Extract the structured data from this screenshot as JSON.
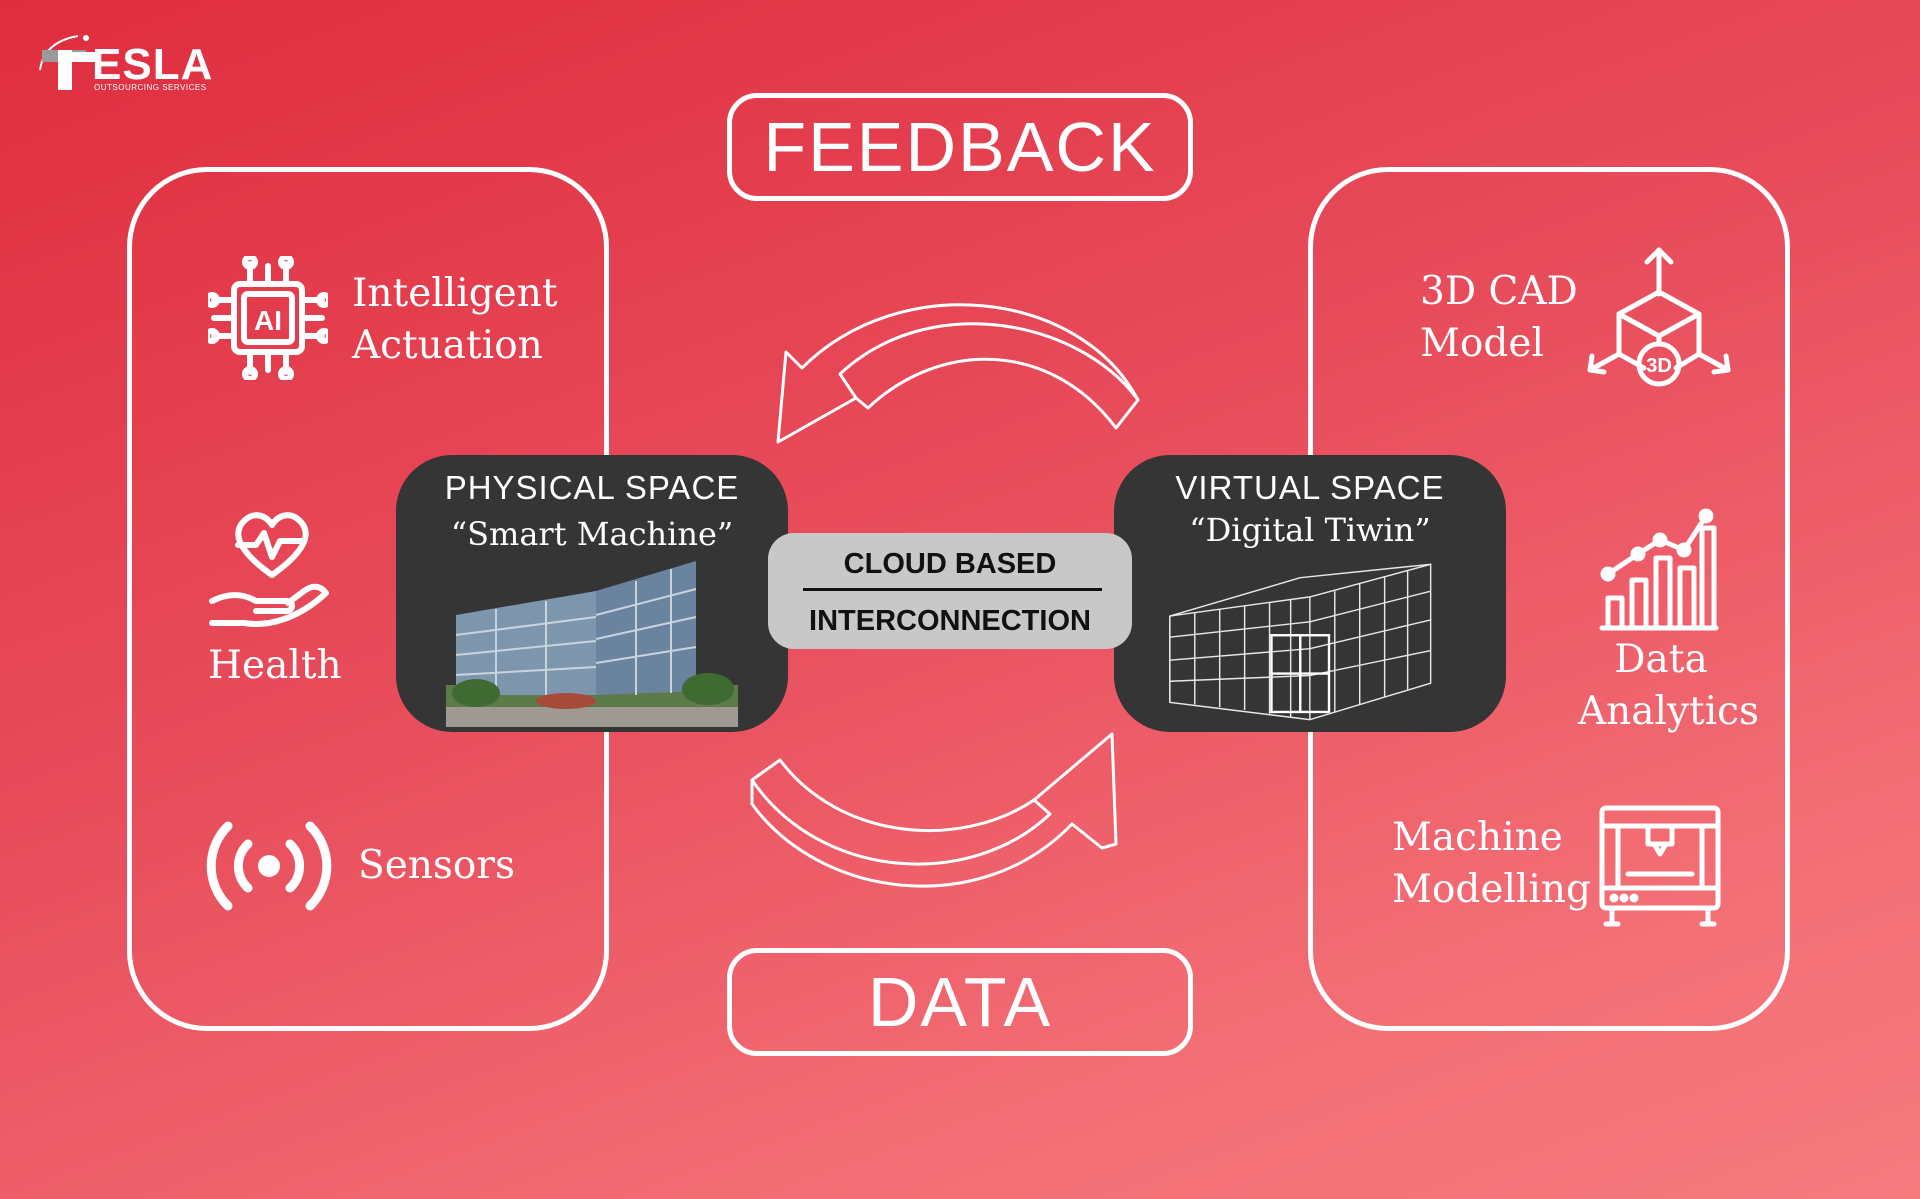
{
  "logo": {
    "brand": "ESLA",
    "tagline": "OUTSOURCING SERVICES"
  },
  "feedback_label": "FEEDBACK",
  "data_label": "DATA",
  "left_panel": {
    "items": [
      {
        "label_line1": "Intelligent",
        "label_line2": "Actuation",
        "icon": "ai-chip-icon"
      },
      {
        "label": "Health",
        "icon": "heart-hand-icon"
      },
      {
        "label": "Sensors",
        "icon": "sensor-broadcast-icon"
      }
    ]
  },
  "right_panel": {
    "items": [
      {
        "label_line1": "3D CAD",
        "label_line2": "Model",
        "icon": "3d-cube-icon"
      },
      {
        "label_line1": "Data",
        "label_line2": "Analytics",
        "icon": "bar-chart-icon"
      },
      {
        "label_line1": "Machine",
        "label_line2": "Modelling",
        "icon": "3d-printer-icon"
      }
    ]
  },
  "physical_space": {
    "title": "PHYSICAL SPACE",
    "subtitle": "“Smart Machine”"
  },
  "virtual_space": {
    "title": "VIRTUAL SPACE",
    "subtitle": "“Digital Tiwin”"
  },
  "cloud": {
    "line1": "CLOUD BASED",
    "line2": "INTERCONNECTION"
  },
  "colors": {
    "background_start": "#df2d3e",
    "background_end": "#f57a7e",
    "card": "#353535",
    "cloud": "#c8c8c8"
  }
}
